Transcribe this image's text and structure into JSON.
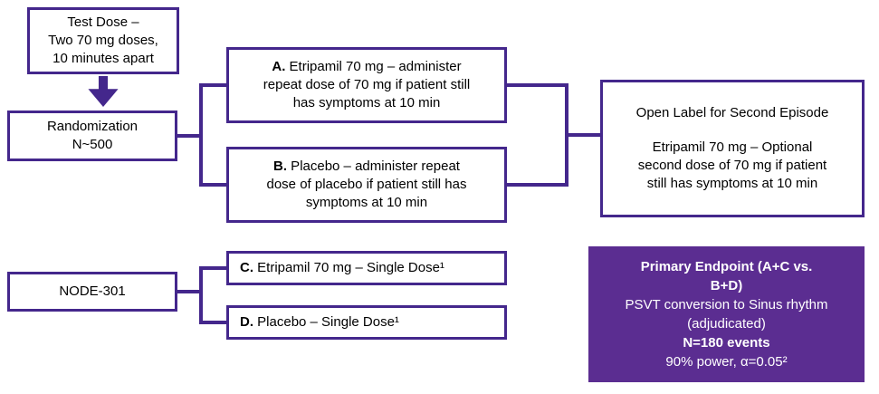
{
  "colors": {
    "accent": "#44278c",
    "endpoint_bg": "#5b2d91",
    "box_bg": "#ffffff",
    "text": "#000000",
    "endpoint_text": "#ffffff"
  },
  "icons": {
    "down_arrow": "solid purple block arrow pointing down"
  },
  "boxes": {
    "test_dose": {
      "line1": "Test Dose –",
      "line2": "Two 70 mg doses,",
      "line3": "10 minutes apart"
    },
    "randomization": {
      "line1": "Randomization",
      "line2": "N~500"
    },
    "arm_a": {
      "prefix": "A.",
      "text": " Etripamil 70 mg – administer repeat dose of 70 mg if patient still has symptoms at 10 min"
    },
    "arm_b": {
      "prefix": "B.",
      "text": " Placebo – administer repeat dose of placebo if patient still has symptoms at 10 min"
    },
    "open_label": {
      "para1": "Open Label for Second Episode",
      "para2": "Etripamil 70 mg – Optional second dose of 70 mg if patient still has symptoms at 10 min"
    },
    "node_301": {
      "label": "NODE-301"
    },
    "arm_c": {
      "prefix": "C.",
      "text": " Etripamil 70 mg – Single Dose¹"
    },
    "arm_d": {
      "prefix": "D.",
      "text": " Placebo – Single Dose¹"
    },
    "endpoint": {
      "line1": "Primary Endpoint (A+C vs. B+D)",
      "line2": "PSVT conversion to Sinus rhythm (adjudicated)",
      "line3": "N=180 events",
      "line4": "90% power, α=0.05²"
    }
  }
}
